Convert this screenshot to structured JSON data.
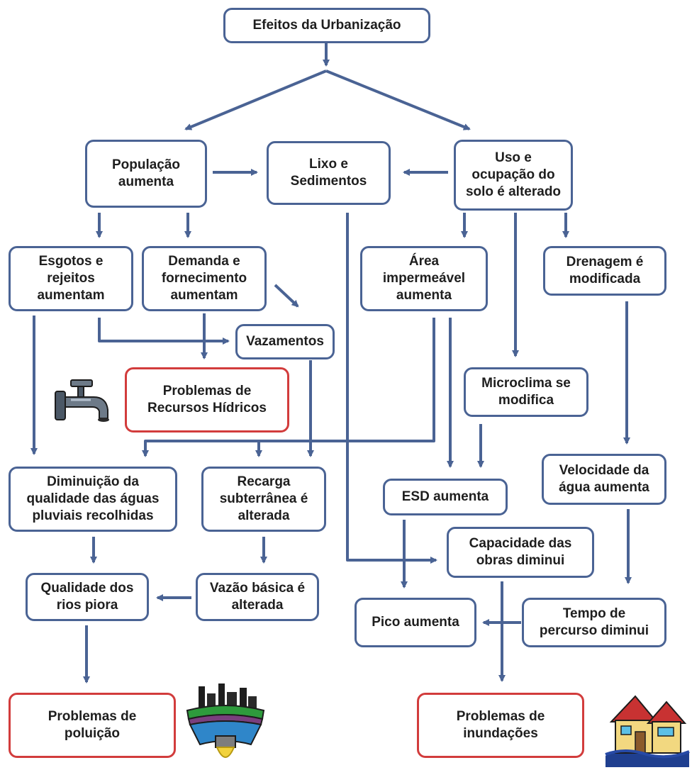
{
  "colors": {
    "arrow": "#4a6394",
    "box_border": "#4a6394",
    "alert_border": "#d23c3c"
  },
  "nodes": {
    "root": "Efeitos da Urbanização",
    "populacao": "População\naumenta",
    "lixo": "Lixo e\nSedimentos",
    "uso": "Uso e\nocupação do\nsolo é alterado",
    "esgotos": "Esgotos e\nrejeitos\naumentam",
    "demanda": "Demanda e\nfornecimento\naumentam",
    "area": "Área\nimpermeável\naumenta",
    "drenagem": "Drenagem é\nmodificada",
    "vazamentos": "Vazamentos",
    "problemas_hidricos": "Problemas de\nRecursos Hídricos",
    "microclima": "Microclima se\nmodifica",
    "diminuicao": "Diminuição da\nqualidade das águas\npluviais recolhidas",
    "recarga": "Recarga\nsubterrânea é\nalterada",
    "esd": "ESD aumenta",
    "velocidade": "Velocidade da\nágua aumenta",
    "capacidade": "Capacidade das\nobras diminui",
    "qualidade_rios": "Qualidade dos\nrios piora",
    "vazao": "Vazão básica é\nalterada",
    "pico": "Pico aumenta",
    "tempo": "Tempo de\npercurso diminui",
    "problemas_poluicao": "Problemas de\npoluição",
    "problemas_inundacoes": "Problemas de\ninundações"
  },
  "icons": [
    "faucet-icon",
    "polluted-water-pipe-icon",
    "flooded-house-icon"
  ]
}
